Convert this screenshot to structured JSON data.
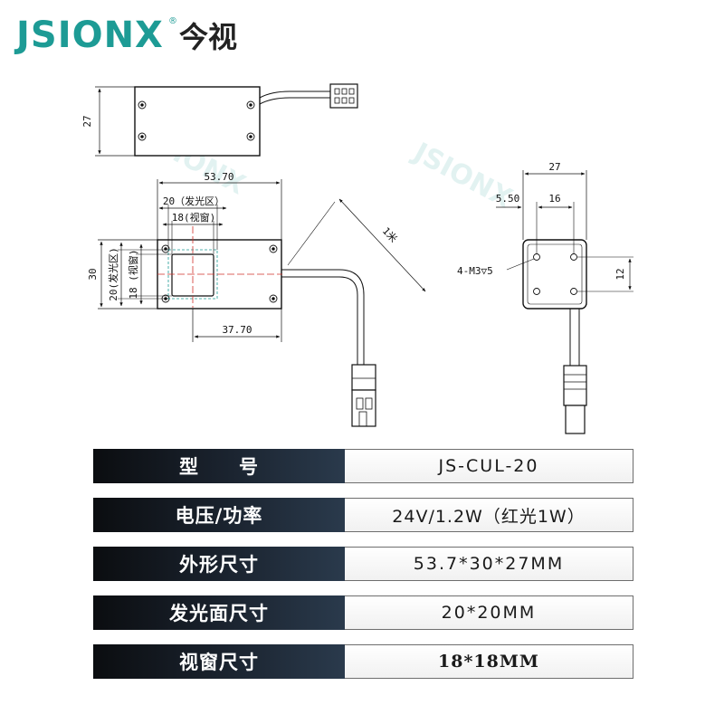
{
  "brand": {
    "logo_text": "JSIONX",
    "registered_mark": "®",
    "chinese_name": "今视",
    "color": "#1d9b95"
  },
  "drawing": {
    "top_view": {
      "height_label": "27"
    },
    "front_view": {
      "width_label": "53.70",
      "emit_width_label": "20（发光区）",
      "window_width_label": "18(视窗)",
      "height_label": "30",
      "emit_height_label": "20(发光区)",
      "window_height_label": "18 (视窗)",
      "offset_label": "37.70",
      "cable_label": "1米"
    },
    "side_view": {
      "width_label": "27",
      "offset_label": "5.50",
      "hole_spacing_label": "16",
      "hole_label": "4-M3▽5",
      "hole_vertical_label": "12"
    }
  },
  "specs": [
    {
      "label": "型　　号",
      "value": "JS-CUL-20"
    },
    {
      "label": "电压/功率",
      "value": "24V/1.2W（红光1W）"
    },
    {
      "label": "外形尺寸",
      "value": "53.7*30*27MM"
    },
    {
      "label": "发光面尺寸",
      "value": "20*20MM"
    },
    {
      "label": "视窗尺寸",
      "value": "18*18MM"
    }
  ],
  "watermark": "JSIONX"
}
